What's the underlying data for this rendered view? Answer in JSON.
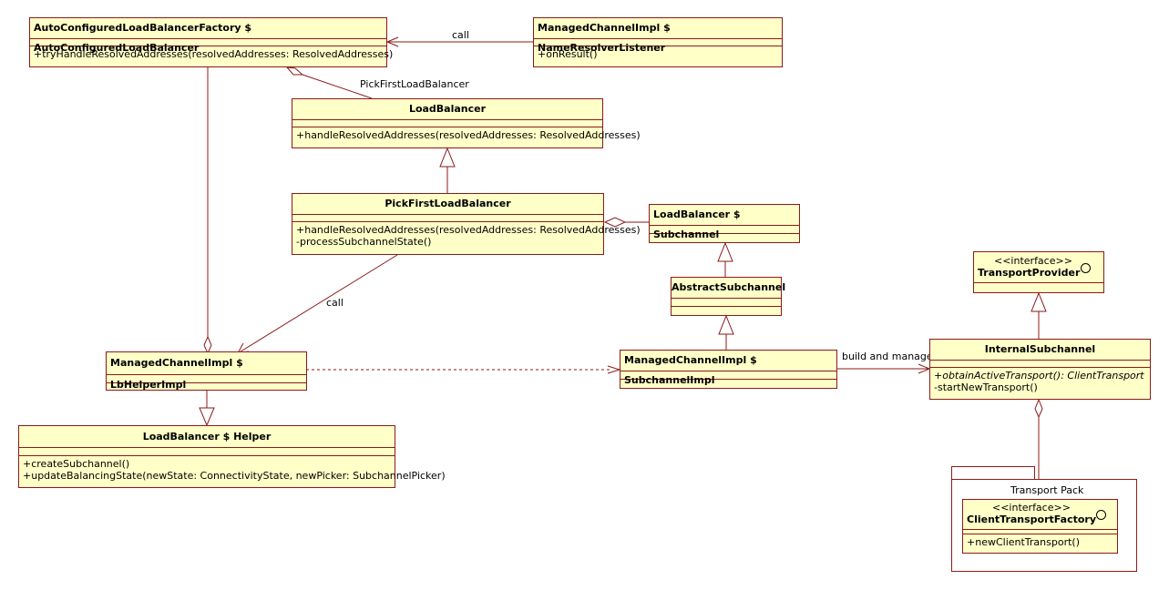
{
  "classes": {
    "auto_configured": {
      "name": "AutoConfiguredLoadBalancerFactory $ AutoConfiguredLoadBalancer",
      "ops": [
        "+tryHandleResolvedAddresses(resolvedAddresses: ResolvedAddresses)"
      ]
    },
    "name_resolver_listener": {
      "name": "ManagedChannelImpl $  NameResolverListener",
      "ops": [
        "+onResult()"
      ]
    },
    "load_balancer": {
      "name": "LoadBalancer",
      "ops": [
        "+handleResolvedAddresses(resolvedAddresses: ResolvedAddresses)"
      ]
    },
    "pick_first": {
      "name": "PickFirstLoadBalancer",
      "ops": [
        "+handleResolvedAddresses(resolvedAddresses: ResolvedAddresses)",
        "-processSubchannelState()"
      ]
    },
    "lb_subchannel": {
      "name": "LoadBalancer $  Subchannel"
    },
    "abstract_subchannel": {
      "name": "AbstractSubchannel"
    },
    "transport_provider": {
      "stereotype": "<<interface>>",
      "name": "TransportProvider"
    },
    "lb_helper_impl": {
      "name": "ManagedChannelImpl $ LbHelperImpl"
    },
    "subchannel_impl": {
      "name": "ManagedChannelImpl $  SubchannelImpl"
    },
    "internal_subchannel": {
      "name": "InternalSubchannel",
      "ops": [
        "+obtainActiveTransport(): ClientTransport",
        "-startNewTransport()"
      ]
    },
    "lb_helper": {
      "name": "LoadBalancer $ Helper",
      "ops": [
        "+createSubchannel()",
        "+updateBalancingState(newState: ConnectivityState, newPicker: SubchannelPicker)"
      ]
    },
    "client_transport_factory": {
      "stereotype": "<<interface>>",
      "name": "ClientTransportFactory",
      "ops": [
        "+newClientTransport()"
      ]
    }
  },
  "package": {
    "name": "Transport Pack"
  },
  "labels": {
    "call_top": "call",
    "pick_first_role": "PickFirstLoadBalancer",
    "call_mid": "call",
    "build_and_manager": "build and manager"
  },
  "colors": {
    "fill": "#ffffc8",
    "border": "#8b1a1a",
    "line": "#8b1a1a"
  }
}
